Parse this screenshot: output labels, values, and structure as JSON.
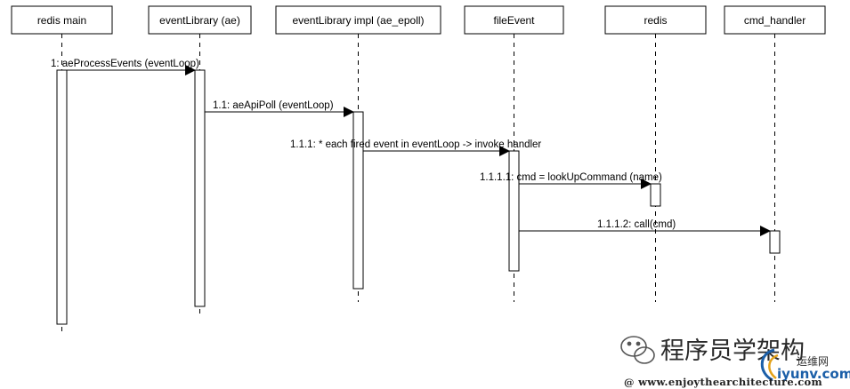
{
  "participants": [
    {
      "id": "redis-main",
      "label": "redis main"
    },
    {
      "id": "event-library",
      "label": "eventLibrary (ae)"
    },
    {
      "id": "event-library-impl",
      "label": "eventLibrary impl (ae_epoll)"
    },
    {
      "id": "file-event",
      "label": "fileEvent"
    },
    {
      "id": "redis",
      "label": "redis"
    },
    {
      "id": "cmd-handler",
      "label": "cmd_handler"
    }
  ],
  "messages": [
    {
      "id": "m1",
      "label": "1: aeProcessEvents (eventLoop)"
    },
    {
      "id": "m11",
      "label": "1.1: aeApiPoll (eventLoop)"
    },
    {
      "id": "m111",
      "label": "1.1.1: * each fired event in eventLoop -> invoke handler"
    },
    {
      "id": "m1111",
      "label": "1.1.1.1: cmd = lookUpCommand (name)"
    },
    {
      "id": "m1112",
      "label": "1.1.1.2: call(cmd)"
    }
  ],
  "watermark": {
    "title": "程序员学架构",
    "site_cn": "运维网",
    "site": "iyunv.com",
    "url": "@ www.enjoythearchitecture.com"
  }
}
